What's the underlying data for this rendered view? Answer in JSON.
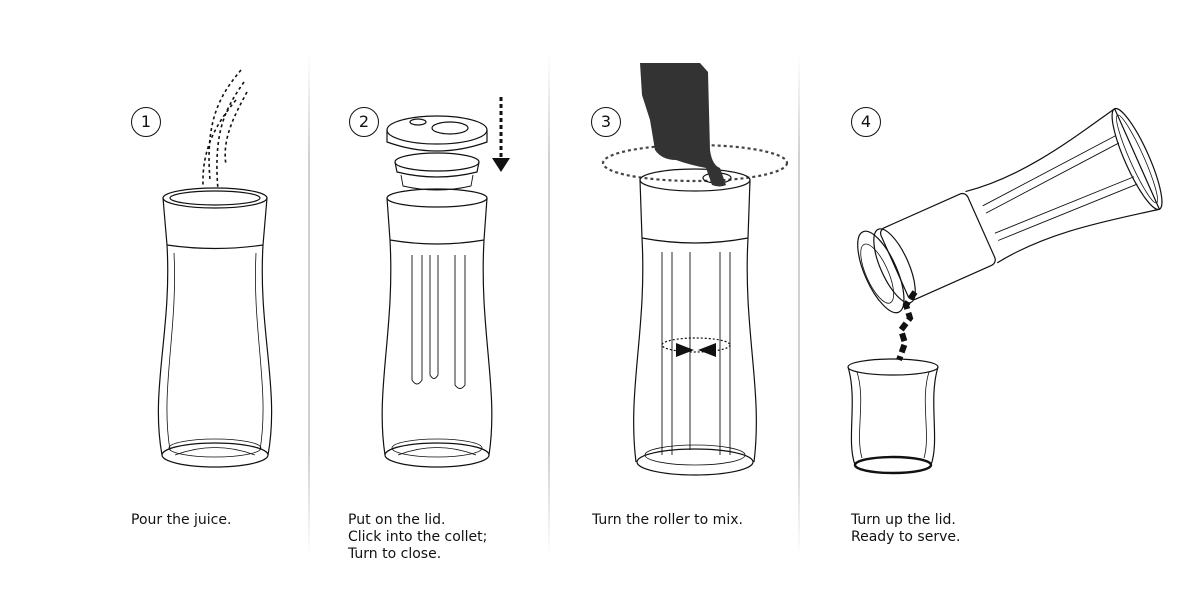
{
  "steps": [
    {
      "number": "1",
      "caption": [
        "Pour the juice."
      ]
    },
    {
      "number": "2",
      "caption": [
        "Put on the lid.",
        "Click into the collet;",
        "Turn to close."
      ]
    },
    {
      "number": "3",
      "caption": [
        "Turn the roller to mix."
      ]
    },
    {
      "number": "4",
      "caption": [
        "Turn up the lid.",
        "Ready to serve."
      ]
    }
  ],
  "colors": {
    "line": "#111111",
    "divider": "#d8d8d8",
    "hand": "#333333"
  }
}
